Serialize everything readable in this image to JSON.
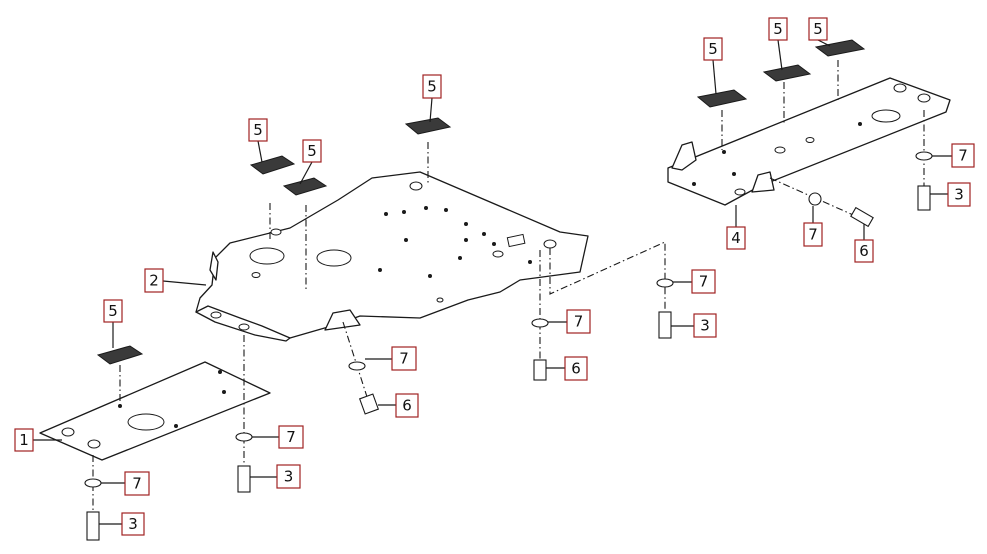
{
  "callouts": {
    "c1": "1",
    "c2": "2",
    "c3a": "3",
    "c3b": "3",
    "c3c": "3",
    "c3d": "3",
    "c4": "4",
    "c5a": "5",
    "c5b": "5",
    "c5c": "5",
    "c5d": "5",
    "c5e": "5",
    "c5f": "5",
    "c5g": "5",
    "c6a": "6",
    "c6b": "6",
    "c6c": "6",
    "c7a": "7",
    "c7b": "7",
    "c7c": "7",
    "c7d": "7",
    "c7e": "7",
    "c7f": "7",
    "c7g": "7"
  },
  "colors": {
    "callout_border": "#a12222",
    "line": "#1a1a1a",
    "background": "#ffffff"
  }
}
